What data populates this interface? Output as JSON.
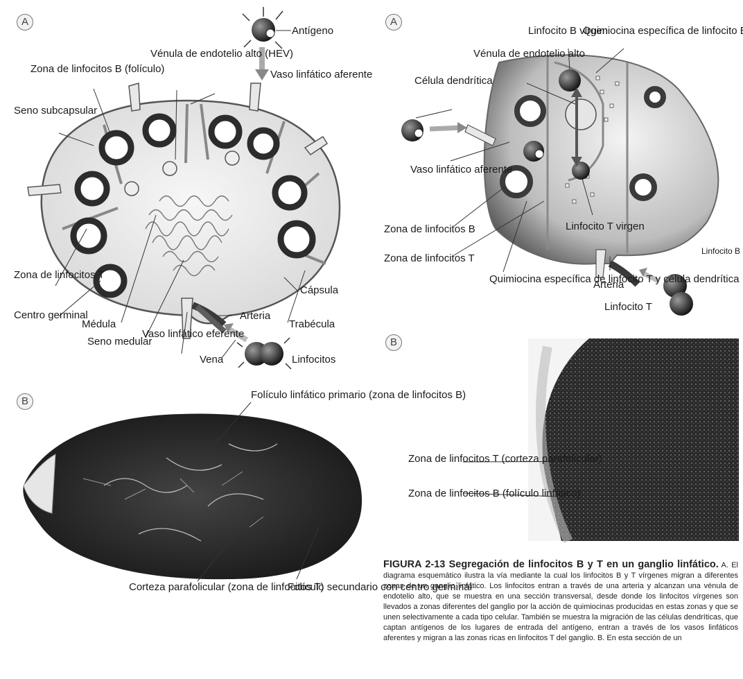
{
  "left": {
    "panel_a_letter": "A",
    "panel_b_letter": "B",
    "labels": {
      "antigeno": "Antígeno",
      "vaso_aferente": "Vaso\nlinfático\naferente",
      "venula": "Vénula\nde endotelio\nalto (HEV)",
      "zona_b": "Zona de linfocitos\nB (folículo)",
      "seno_sub": "Seno\nsubcapsular",
      "zona_t": "Zona\nde\nlinfocitos T",
      "centro": "Centro\ngerminal",
      "medula": "Médula",
      "seno_med": "Seno\nmedular",
      "vaso_eferente": "Vaso\nlinfático\neferente",
      "vena": "Vena",
      "arteria": "Arteria",
      "linfocitos": "Linfocitos",
      "capsula": "Cápsula",
      "trabecula": "Trabécula"
    },
    "micro_labels": {
      "primario": "Folículo linfático\nprimario (zona\nde linfocitos B)",
      "corteza": "Corteza parafolicular\n(zona de linfocitos T)",
      "secundario": "Folículo\nsecundario\ncon centro\ngerminal"
    }
  },
  "right": {
    "panel_a_letter": "A",
    "panel_b_letter": "B",
    "labels": {
      "linfocito_b_virgen": "Linfocito\nB virgen",
      "quimiocina_b": "Quimiocina específica\nde linfocito B",
      "venula": "Vénula\nde endotelio\nalto",
      "celula_dendritica": "Célula\ndendrítica",
      "vaso_aferente": "Vaso\nlinfático\naferente",
      "zona_b": "Zona\nde linfocitos B",
      "zona_t": "Zona\nde linfocitos T",
      "linfocito_t_virgen": "Linfocito T\nvirgen",
      "quimiocina_t": "Quimiocina\nespecífica\nde linfocito T\ny célula\ndendrítica",
      "arteria": "Arteria",
      "linfocito_b": "Linfocito\nB",
      "linfocito_t": "Linfocito T"
    },
    "micro_labels": {
      "zona_t": "Zona\nde linfocitos T\n(corteza parafolicular)",
      "zona_b": "Zona\nde linfocitos B\n(folículo linfático)"
    }
  },
  "caption": {
    "title": "FIGURA 2-13 Segregación de linfocitos B y T en un ganglio linfático.",
    "body": "A. El diagrama esquemático ilustra la vía mediante la cual los linfocitos B y T vírgenes migran a diferentes zonas de un ganglio linfático. Los linfocitos entran a través de una arteria y alcanzan una vénula de endotelio alto, que se muestra en una sección transversal, desde donde los linfocitos vírgenes son llevados a zonas diferentes del ganglio por la acción de quimiocinas producidas en estas zonas y que se unen selectivamente a cada tipo celular. También se muestra la migración de las células dendríticas, que captan antígenos de los lugares de entrada del antígeno, entran a través de los vasos linfáticos aferentes y migran a las zonas ricas en linfocitos T del ganglio. B. En esta sección de un"
  }
}
